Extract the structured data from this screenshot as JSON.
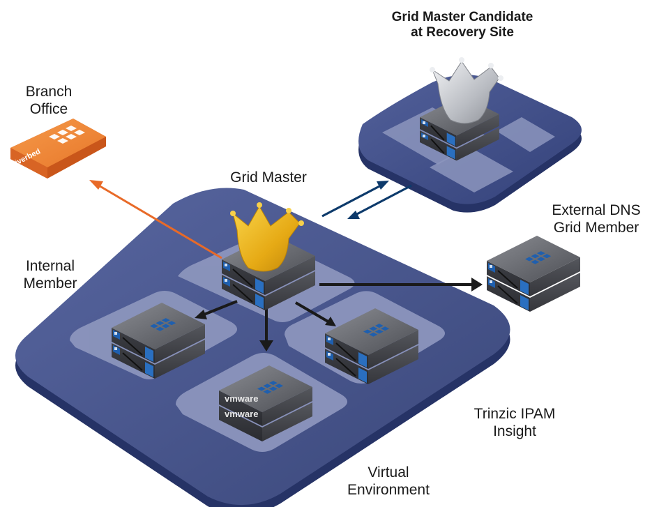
{
  "labels": {
    "candidate_line1": "Grid Master Candidate",
    "candidate_line2": "at Recovery Site",
    "branch_line1": "Branch",
    "branch_line2": "Office",
    "grid_master": "Grid Master",
    "external_line1": "External DNS",
    "external_line2": "Grid Member",
    "internal_line1": "Internal",
    "internal_line2": "Member",
    "trinzic_line1": "Trinzic IPAM",
    "trinzic_line2": "Insight",
    "virtual_line1": "Virtual",
    "virtual_line2": "Environment"
  },
  "appliance_text": {
    "riverbed_brand": "riverbed",
    "vmware_brand": "vmware"
  },
  "icons": {
    "master": "gold-crown-icon",
    "candidate": "silver-crown-icon"
  },
  "colors": {
    "platform_blue": "#3b4a7e",
    "platform_dark": "#263366",
    "tile": "#8c95bd",
    "branch_orange": "#ee7b2b",
    "orange_link": "#e86a28",
    "recovery_link": "#0d3a6b",
    "member_link": "#1a1a1a",
    "crown_gold": "#e8b21d",
    "crown_silver": "#c9cbcf"
  }
}
